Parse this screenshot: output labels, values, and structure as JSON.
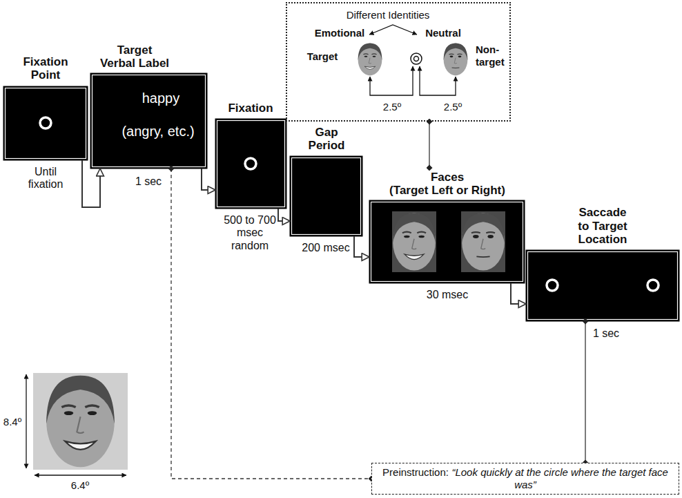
{
  "diagram": {
    "nodes": [
      {
        "text": [
          "Fixation Point"
        ]
      },
      {
        "text": [
          "Target Verbal Label",
          "happy",
          "(angry, etc.)"
        ]
      },
      {
        "text": [
          "Fixation"
        ]
      },
      {
        "text": [
          "Gap Period"
        ]
      },
      {
        "text": [
          "Faces",
          "(Target Left or Right)"
        ]
      },
      {
        "text": [
          "Saccade to Target Location"
        ]
      },
      {
        "text": [
          "Different Identities",
          "Emotional",
          "Neutral",
          "Target",
          "Non-target",
          "2.5º",
          "2.5º"
        ]
      },
      {
        "text": [
          "Preinstruction:",
          "“Look quickly at the circle where the target face was”"
        ]
      }
    ],
    "edges": [
      {
        "from": 0,
        "to": 1,
        "arrow": "to"
      },
      {
        "from": 1,
        "to": 2,
        "arrow": "to"
      },
      {
        "from": 2,
        "to": 3,
        "arrow": "to"
      },
      {
        "from": 3,
        "to": 4,
        "arrow": "to"
      },
      {
        "from": 4,
        "to": 5,
        "arrow": "to"
      },
      {
        "from": 6,
        "to": 4,
        "arrow": "both"
      },
      {
        "from": 1,
        "to": 7,
        "arrow": "both"
      },
      {
        "from": 5,
        "to": 7,
        "arrow": "both"
      }
    ],
    "labels": [
      "Until fixation",
      "1 sec",
      "500 to 700 msec random",
      "200 msec",
      "30 msec",
      "1 sec",
      "8.4º",
      "6.4º"
    ]
  }
}
